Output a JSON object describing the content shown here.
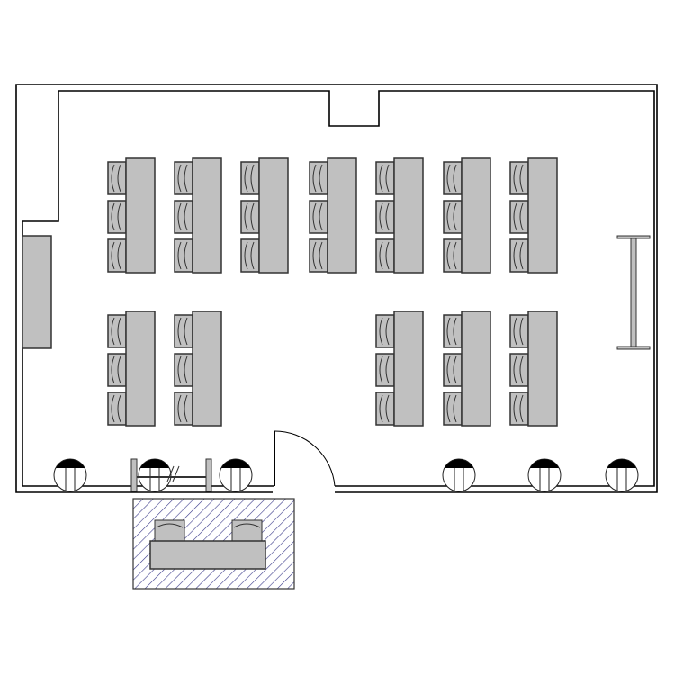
{
  "colors": {
    "wall": "#000000",
    "furniture_fill": "#c0c0c0",
    "furniture_stroke": "#333333",
    "hatch": "#3a3a8a",
    "background": "#ffffff"
  },
  "classroom": {
    "desk_columns": 7,
    "desk_rows": 2,
    "chairs_per_desk": 3,
    "occupancy": [
      [
        true,
        true,
        true,
        true,
        true,
        true,
        true
      ],
      [
        true,
        true,
        false,
        false,
        true,
        true,
        true
      ]
    ]
  },
  "pillars_count": 6,
  "outside_station": {
    "chairs": 2,
    "desks": 1
  }
}
